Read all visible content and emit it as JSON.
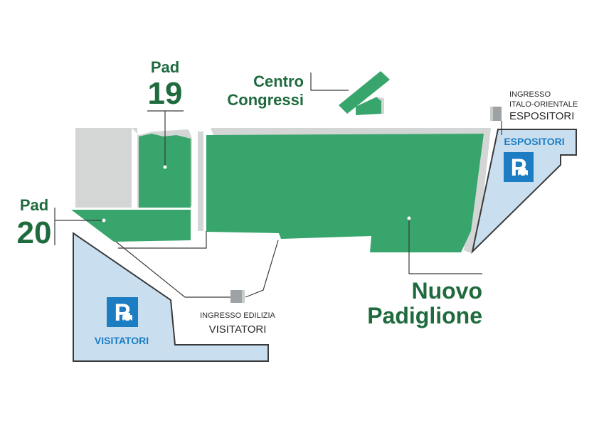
{
  "colors": {
    "building_green": "#38a56c",
    "label_green": "#1f6b3e",
    "parking_fill": "#c9dff0",
    "parking_stroke": "#3a3a3a",
    "parking_sign_blue": "#1c7dc3",
    "outline_grey": "#d4d6d6",
    "entrance_grey": "#9ea2a4"
  },
  "labels": {
    "pad19": {
      "line1": "Pad",
      "line2": "19"
    },
    "pad20": {
      "line1": "Pad",
      "line2": "20"
    },
    "centro_congressi": {
      "line1": "Centro",
      "line2": "Congressi"
    },
    "nuovo_padiglione": {
      "line1": "Nuovo",
      "line2": "Padiglione"
    },
    "ingresso_espositori": {
      "line1": "INGRESSO",
      "line2": "ITALO-ORIENTALE",
      "line3": "ESPOSITORI"
    },
    "ingresso_visitatori": {
      "line1": "INGRESSO EDILIZIA",
      "line2": "VISITATORI"
    }
  },
  "parking": {
    "espositori": {
      "sign": "P",
      "label": "ESPOSITORI",
      "icon": "car-icon"
    },
    "visitatori": {
      "sign": "P",
      "label": "VISITATORI",
      "icon": "car-icon"
    }
  },
  "icons": {
    "entrance_espositori": "entrance-marker-icon",
    "entrance_visitatori": "entrance-marker-icon"
  }
}
